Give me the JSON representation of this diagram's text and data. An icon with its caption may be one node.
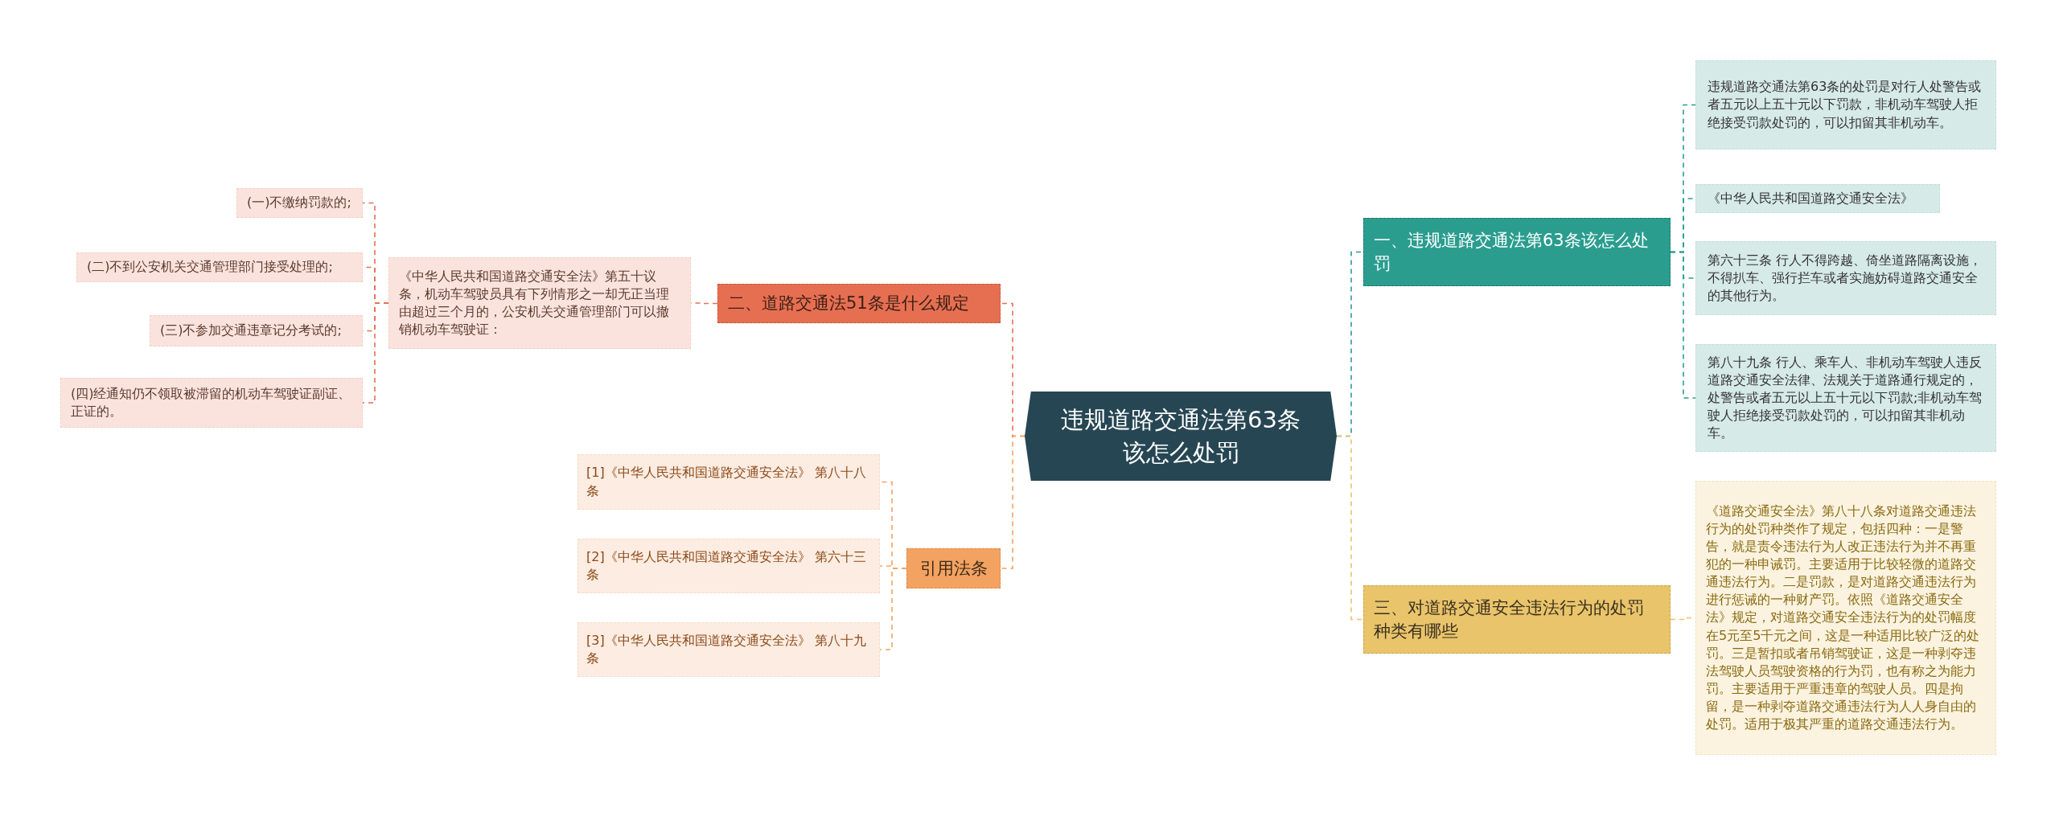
{
  "diagram": {
    "nodes": [
      {
        "text": [
          "违规道路交通法第63条该怎么处罚"
        ]
      },
      {
        "text": [
          "一、违规道路交通法第63条该怎么处罚"
        ]
      },
      {
        "text": [
          "违规道路交通法第63条的处罚是对行人处警告或者五元以上五十元以下罚款，非机动车驾驶人拒绝接受罚款处罚的，可以扣留其非机动车。"
        ]
      },
      {
        "text": [
          "《中华人民共和国道路交通安全法》"
        ]
      },
      {
        "text": [
          "第六十三条 行人不得跨越、倚坐道路隔离设施，不得扒车、强行拦车或者实施妨碍道路交通安全的其他行为。"
        ]
      },
      {
        "text": [
          "第八十九条 行人、乘车人、非机动车驾驶人违反道路交通安全法律、法规关于道路通行规定的，处警告或者五元以上五十元以下罚款;非机动车驾驶人拒绝接受罚款处罚的，可以扣留其非机动车。"
        ]
      },
      {
        "text": [
          "三、对道路交通安全违法行为的处罚种类有哪些"
        ]
      },
      {
        "text": [
          "《道路交通安全法》第八十八条对道路交通违法行为的处罚种类作了规定，包括四种：一是警告，就是责令违法行为人改正违法行为并不再重犯的一种申诫罚。主要适用于比较轻微的道路交通违法行为。二是罚款，是对道路交通违法行为进行惩诫的一种财产罚。依照《道路交通安全法》规定，对道路交通安全违法行为的处罚幅度在5元至5千元之间，这是一种适用比较广泛的处罚。三是暂扣或者吊销驾驶证，这是一种剥夺违法驾驶人员驾驶资格的行为罚，也有称之为能力罚。主要适用于严重违章的驾驶人员。四是拘留，是一种剥夺道路交通违法行为人人身自由的处罚。适用于极其严重的道路交通违法行为。"
        ]
      },
      {
        "text": [
          "二、道路交通法51条是什么规定"
        ]
      },
      {
        "text": [
          "《中华人民共和国道路交通安全法》第五十议条，机动车驾驶员具有下列情形之一却无正当理由超过三个月的，公安机关交通管理部门可以撤销机动车驾驶证："
        ]
      },
      {
        "text": [
          "(一)不缴纳罚款的;"
        ]
      },
      {
        "text": [
          "(二)不到公安机关交通管理部门接受处理的;"
        ]
      },
      {
        "text": [
          "(三)不参加交通违章记分考试的;"
        ]
      },
      {
        "text": [
          "(四)经通知仍不领取被滞留的机动车驾驶证副证、正证的。"
        ]
      },
      {
        "text": [
          "引用法条"
        ]
      },
      {
        "text": [
          "[1]《中华人民共和国道路交通安全法》 第八十八条"
        ]
      },
      {
        "text": [
          "[2]《中华人民共和国道路交通安全法》 第六十三条"
        ]
      },
      {
        "text": [
          "[3]《中华人民共和国道路交通安全法》 第八十九条"
        ]
      }
    ],
    "edges": [
      {
        "from": 0,
        "to": 1,
        "arrow": "none",
        "style": "dashed",
        "color": "#2a9d8f"
      },
      {
        "from": 1,
        "to": 2,
        "arrow": "none",
        "style": "dashed",
        "color": "#2a9d8f"
      },
      {
        "from": 1,
        "to": 3,
        "arrow": "none",
        "style": "dashed",
        "color": "#2a9d8f"
      },
      {
        "from": 1,
        "to": 4,
        "arrow": "none",
        "style": "dashed",
        "color": "#2a9d8f"
      },
      {
        "from": 1,
        "to": 5,
        "arrow": "none",
        "style": "dashed",
        "color": "#2a9d8f"
      },
      {
        "from": 0,
        "to": 6,
        "arrow": "none",
        "style": "dashed",
        "color": "#e9c46a"
      },
      {
        "from": 6,
        "to": 7,
        "arrow": "none",
        "style": "dashed",
        "color": "#e9c46a"
      },
      {
        "from": 0,
        "to": 8,
        "arrow": "none",
        "style": "dashed",
        "color": "#e76f51"
      },
      {
        "from": 8,
        "to": 9,
        "arrow": "none",
        "style": "dashed",
        "color": "#e76f51"
      },
      {
        "from": 9,
        "to": 10,
        "arrow": "none",
        "style": "dashed",
        "color": "#e76f51"
      },
      {
        "from": 9,
        "to": 11,
        "arrow": "none",
        "style": "dashed",
        "color": "#e76f51"
      },
      {
        "from": 9,
        "to": 12,
        "arrow": "none",
        "style": "dashed",
        "color": "#e76f51"
      },
      {
        "from": 9,
        "to": 13,
        "arrow": "none",
        "style": "dashed",
        "color": "#e76f51"
      },
      {
        "from": 0,
        "to": 14,
        "arrow": "none",
        "style": "dashed",
        "color": "#f4a261"
      },
      {
        "from": 14,
        "to": 15,
        "arrow": "none",
        "style": "dashed",
        "color": "#f4a261"
      },
      {
        "from": 14,
        "to": 16,
        "arrow": "none",
        "style": "dashed",
        "color": "#f4a261"
      },
      {
        "from": 14,
        "to": 17,
        "arrow": "none",
        "style": "dashed",
        "color": "#f4a261"
      }
    ]
  }
}
